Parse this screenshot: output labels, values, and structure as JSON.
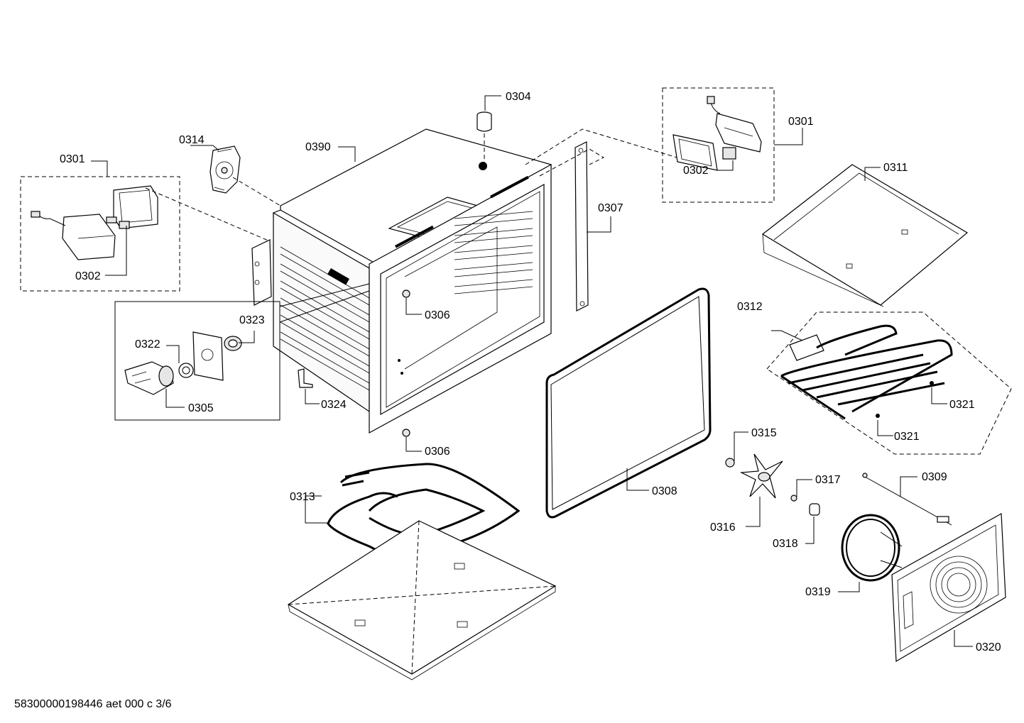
{
  "labels": {
    "l0301a": "0301",
    "l0302a": "0302",
    "l0314": "0314",
    "l0390": "0390",
    "l0304": "0304",
    "l0301b": "0301",
    "l0302b": "0302",
    "l0307": "0307",
    "l0311": "0311",
    "l0323": "0323",
    "l0322": "0322",
    "l0305": "0305",
    "l0306a": "0306",
    "l0306b": "0306",
    "l0324": "0324",
    "l0312": "0312",
    "l0321a": "0321",
    "l0321b": "0321",
    "l0313": "0313",
    "l0308": "0308",
    "l0315": "0315",
    "l0317": "0317",
    "l0309": "0309",
    "l0316": "0316",
    "l0318": "0318",
    "l0319": "0319",
    "l0320": "0320"
  },
  "footer": {
    "code": "58300000198446 aet 000 c 3/6"
  }
}
